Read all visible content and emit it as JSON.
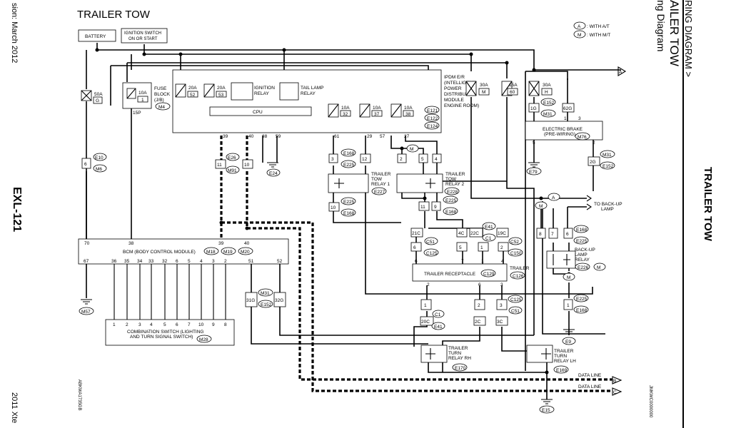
{
  "page": {
    "title": "TRAILER TOW",
    "left_margin_top": "sion: March 2012",
    "left_margin_mid": "EXL-121",
    "left_margin_bottom": "2011 Xte",
    "right_header_1": "RING DIAGRAM >",
    "right_header_2": "AILER TOW",
    "right_header_3": "ng Diagram",
    "right_section": "TRAILER TOW",
    "bottom_ref_left": "ABKWA1735GB",
    "bottom_ref_right": "JMKWC0000000"
  },
  "legend": {
    "a_letter": "A",
    "a_text": ": WITH A/T",
    "m_letter": "M",
    "m_text": ": WITH M/T"
  },
  "components": {
    "battery": "BATTERY",
    "ignition_switch_1": "IGNITION SWITCH",
    "ignition_switch_2": "ON OR START",
    "fuse_block_1": "FUSE",
    "fuse_block_2": "BLOCK",
    "fuse_block_3": "(J/B)",
    "fuse_block_conn": "M4",
    "fuse_10a_1": "10A",
    "fuse_10a_1_num": "1",
    "fuse_50a": "50A",
    "fuse_50a_letter": "G",
    "ipdm_1": "IPDM E/R",
    "ipdm_2": "(INTELLIGENT",
    "ipdm_3": "POWER",
    "ipdm_4": "DISTRIBUTION",
    "ipdm_5": "MODULE",
    "ipdm_6": "ENGINE ROOM)",
    "ipdm_c1": "E121",
    "ipdm_c2": "E122",
    "ipdm_c3": "E124",
    "cpu": "CPU",
    "ignition_relay_1": "IGNITION",
    "ignition_relay_2": "RELAY",
    "tail_lamp_relay_1": "TAIL LAMP",
    "tail_lamp_relay_2": "RELAY",
    "f20a_52": "20A",
    "f20a_52_n": "52",
    "f20a_53": "20A",
    "f20a_53_n": "53",
    "f10a_32": "10A",
    "f10a_32_n": "32",
    "f10a_37": "10A",
    "f10a_37_n": "37",
    "f10a_38": "10A",
    "f10a_38_n": "38",
    "f30a_m": "30A",
    "f30a_m_n": "M",
    "f15a_60": "15A",
    "f15a_60_n": "60",
    "f30a_h": "30A",
    "f30a_h_n": "H",
    "trailer_tow_relay_1_a": "TRAILER",
    "trailer_tow_relay_1_b": "TOW",
    "trailer_tow_relay_1_c": "RELAY 1",
    "trailer_tow_relay_1_conn": "E227",
    "trailer_tow_relay_2_a": "TRAILER",
    "trailer_tow_relay_2_b": "TOW",
    "trailer_tow_relay_2_c": "RELAY 2",
    "trailer_tow_relay_2_conn": "E228",
    "electric_brake_1": "ELECTRIC BRAKE",
    "electric_brake_2": "(PRE-WIRING)",
    "electric_brake_conn": "M76",
    "to_backup_1": "TO BACK-UP",
    "to_backup_2": "LAMP",
    "backup_relay_1": "BACK-UP",
    "backup_relay_2": "LAMP",
    "backup_relay_3": "RELAY",
    "backup_relay_conn": "E226",
    "bcm": "BCM (BODY CONTROL MODULE)",
    "bcm_c1": "M18",
    "bcm_c2": "M19",
    "bcm_c3": "M20",
    "combo_1": "COMBINATION SWITCH (LIGHTING",
    "combo_2": "AND TURN SIGNAL SWITCH)",
    "combo_conn": "M28",
    "trailer_receptacle": "TRAILER RECEPTACLE",
    "trailer_receptacle_conn": "C129",
    "trailer_label": "TRAILER",
    "trailer_conn": "C126",
    "ttr_rh_1": "TRAILER",
    "ttr_rh_2": "TURN",
    "ttr_rh_3": "RELAY RH",
    "ttr_rh_conn": "E170",
    "ttr_lh_1": "TRAILER",
    "ttr_lh_2": "TURN",
    "ttr_lh_3": "RELAY LH",
    "ttr_lh_conn": "E169",
    "data_line_1": "DATA LINE",
    "data_line_2": "DATA LINE"
  },
  "connectors": {
    "c15p": "15P",
    "c6": "6",
    "e10": "E10",
    "m6": "M6",
    "e26": "E26",
    "m91": "M91",
    "c11": "11",
    "c10": "10",
    "e24": "E24",
    "p70": "70",
    "p38": "38",
    "p39": "39",
    "p40": "40",
    "p67": "67",
    "p36": "36",
    "p35": "35",
    "p34": "34",
    "p33": "33",
    "p32": "32",
    "p6": "6",
    "p5": "5",
    "p4": "4",
    "p3": "3",
    "p2": "2",
    "p51": "51",
    "p52": "52",
    "m57": "M57",
    "c31g": "31G",
    "c32g": "32G",
    "m31": "M31",
    "e152": "E152",
    "cs_1": "1",
    "cs_2": "2",
    "cs_3": "3",
    "cs_4": "4",
    "cs_5": "5",
    "cs_6": "6",
    "cs_7": "7",
    "cs_10": "10",
    "cs_9": "9",
    "cs_8": "8",
    "i39": "39",
    "i40": "40",
    "i38": "38",
    "i59": "59",
    "i61": "61",
    "i29": "29",
    "i57": "57",
    "i27": "27",
    "r3": "3",
    "r12": "12",
    "e168": "E168",
    "e225": "E225",
    "r2": "2",
    "r5": "5",
    "r4": "4",
    "r10": "10",
    "r11": "11",
    "r9": "9",
    "c21c": "21C",
    "c4c": "4C",
    "c22c": "22C",
    "c19c": "19C",
    "c51": "C51",
    "c1": "C1",
    "e41": "E41",
    "c52": "C52",
    "c125": "C125",
    "c150": "C150",
    "c1g": "1G",
    "c62g": "62G",
    "c2g": "2G",
    "e79": "E79",
    "c8": "8",
    "c7": "7",
    "c6b": "6",
    "c1b": "1",
    "e9": "E9",
    "c20c": "20C",
    "c2c": "2C",
    "c3c": "3C",
    "e15": "E15",
    "b5": "5",
    "b2": "2",
    "b1": "1",
    "b3": "3",
    "a_mark": "A",
    "m_mark": "M",
    "b_mark": "B",
    "c_mark": "C"
  }
}
